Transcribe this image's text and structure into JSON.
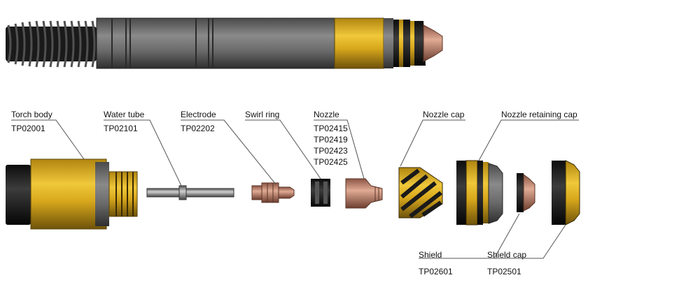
{
  "components": [
    {
      "id": "torch_body",
      "name": "Torch body",
      "parts": [
        "TP02001"
      ]
    },
    {
      "id": "water_tube",
      "name": "Water tube",
      "parts": [
        "TP02101"
      ]
    },
    {
      "id": "electrode",
      "name": "Electrode",
      "parts": [
        "TP02202"
      ]
    },
    {
      "id": "swirl_ring",
      "name": "Swirl ring",
      "parts": []
    },
    {
      "id": "nozzle",
      "name": "Nozzle",
      "parts": [
        "TP02415",
        "TP02419",
        "TP02423",
        "TP02425"
      ]
    },
    {
      "id": "nozzle_cap",
      "name": "Nozzle cap",
      "parts": []
    },
    {
      "id": "nozzle_retaining_cap",
      "name": "Nozzle retaining cap",
      "parts": []
    },
    {
      "id": "shield",
      "name": "Shield",
      "parts": [
        "TP02601"
      ]
    },
    {
      "id": "shield_cap",
      "name": "Shield cap",
      "parts": [
        "TP02501"
      ]
    }
  ],
  "colors": {
    "gold": "#d8a81c",
    "gold_dark": "#8a6a10",
    "gray": "#6c6c6c",
    "gray_dark": "#3a3a3a",
    "black": "#151515",
    "copper": "#c9907a",
    "copper_dark": "#7a4a3a",
    "line": "#555555"
  }
}
